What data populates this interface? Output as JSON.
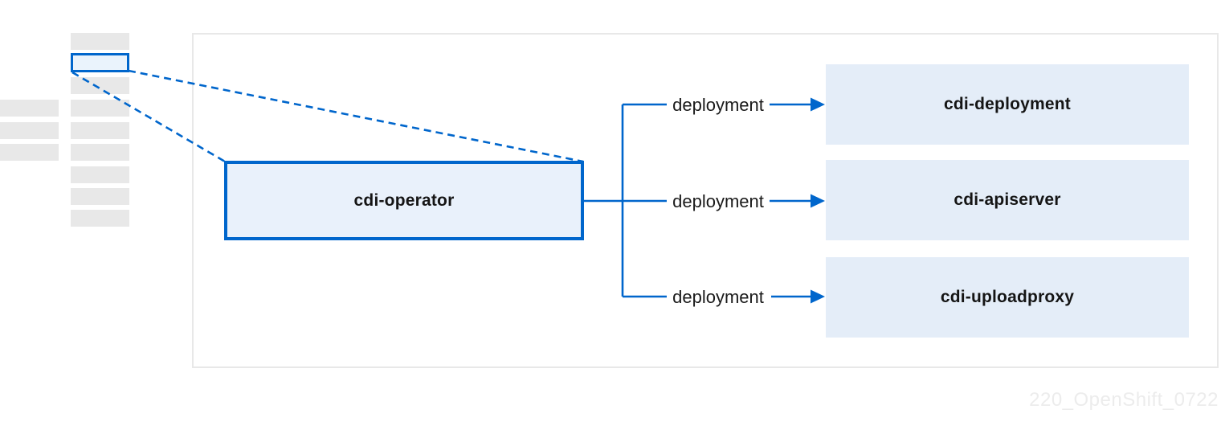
{
  "diagram": {
    "operator": "cdi-operator",
    "branches": [
      {
        "label": "deployment",
        "target": "cdi-deployment"
      },
      {
        "label": "deployment",
        "target": "cdi-apiserver"
      },
      {
        "label": "deployment",
        "target": "cdi-uploadproxy"
      }
    ],
    "watermark": "220_OpenShift_0722"
  },
  "colors": {
    "accent_blue": "#0066cc",
    "operator_fill": "#e9f1fb",
    "target_box_fill": "#e4edf8",
    "highlight_fill": "#eaf3fc",
    "skeleton_gray": "#e8e8e8",
    "panel_border": "#e8e8e8",
    "text": "#151515",
    "watermark_gray": "#ececec"
  }
}
